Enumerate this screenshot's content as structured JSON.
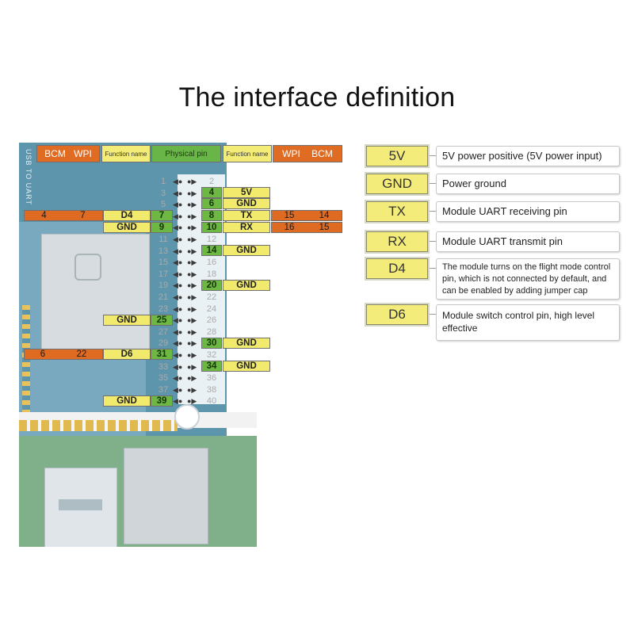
{
  "title": "The interface definition",
  "header": {
    "left_bcm": "BCM",
    "left_wpi": "WPI",
    "left_function": "Function name",
    "physical": "Physical pin",
    "right_function": "Function name",
    "right_wpi": "WPI",
    "right_bcm": "BCM"
  },
  "board": {
    "usb_label": "USB TO UART"
  },
  "pins": {
    "odd": [
      "1",
      "3",
      "5",
      "7",
      "9",
      "11",
      "13",
      "15",
      "17",
      "19",
      "21",
      "23",
      "25",
      "27",
      "29",
      "31",
      "33",
      "35",
      "37",
      "39"
    ],
    "even": [
      "2",
      "4",
      "6",
      "8",
      "10",
      "12",
      "14",
      "16",
      "18",
      "20",
      "22",
      "24",
      "26",
      "28",
      "30",
      "32",
      "34",
      "36",
      "38",
      "40"
    ]
  },
  "left_tags": {
    "d4": {
      "pin": "7",
      "name": "D4",
      "wpi": "7",
      "bcm": "4"
    },
    "gnd9": {
      "pin": "9",
      "name": "GND"
    },
    "gnd25": {
      "pin": "25",
      "name": "GND"
    },
    "d6": {
      "pin": "31",
      "name": "D6",
      "wpi": "22",
      "bcm": "6"
    },
    "gnd39": {
      "pin": "39",
      "name": "GND"
    }
  },
  "right_tags": {
    "v5": {
      "pin": "4",
      "name": "5V"
    },
    "gnd6": {
      "pin": "6",
      "name": "GND"
    },
    "tx": {
      "pin": "8",
      "name": "TX",
      "wpi": "15",
      "bcm": "14"
    },
    "rx": {
      "pin": "10",
      "name": "RX",
      "wpi": "16",
      "bcm": "15"
    },
    "gnd14": {
      "pin": "14",
      "name": "GND"
    },
    "gnd20": {
      "pin": "20",
      "name": "GND"
    },
    "gnd30": {
      "pin": "30",
      "name": "GND"
    },
    "gnd34": {
      "pin": "34",
      "name": "GND"
    }
  },
  "legend": [
    {
      "badge": "5V",
      "desc": "5V power positive (5V power input)"
    },
    {
      "badge": "GND",
      "desc": "Power ground"
    },
    {
      "badge": "TX",
      "desc": "Module UART receiving pin"
    },
    {
      "badge": "RX",
      "desc": "Module UART transmit pin"
    },
    {
      "badge": "D4",
      "desc": "The module turns on the flight mode control pin, which is not connected by default, and can be enabled by adding jumper cap"
    },
    {
      "badge": "D6",
      "desc": "Module switch control pin, high level effective"
    }
  ],
  "colors": {
    "orange": "#e06c24",
    "yellow": "#f3ec76",
    "green": "#69b548"
  }
}
